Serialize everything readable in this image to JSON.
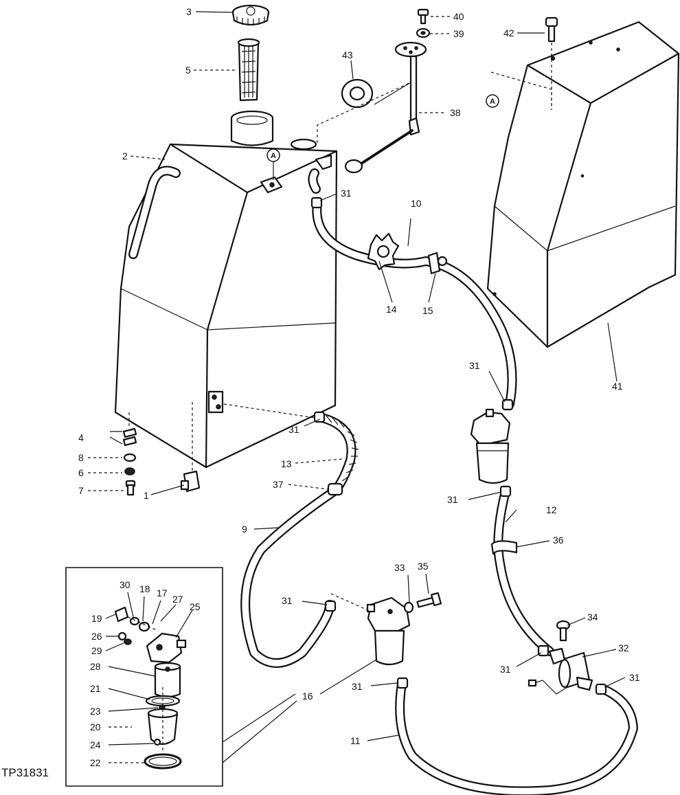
{
  "figure_id": "TP31831",
  "callouts": {
    "c1": "1",
    "c2": "2",
    "c3": "3",
    "c4": "4",
    "c5": "5",
    "c6": "6",
    "c7": "7",
    "c8": "8",
    "c9": "9",
    "c10": "10",
    "c11": "11",
    "c12": "12",
    "c13": "13",
    "c14": "14",
    "c15": "15",
    "c16": "16",
    "c17": "17",
    "c18": "18",
    "c19": "19",
    "c20": "20",
    "c21": "21",
    "c22": "22",
    "c23": "23",
    "c24": "24",
    "c25": "25",
    "c26": "26",
    "c27": "27",
    "c28": "28",
    "c29": "29",
    "c30": "30",
    "c31": "31",
    "c32": "32",
    "c33": "33",
    "c34": "34",
    "c35": "35",
    "c36": "36",
    "c37": "37",
    "c38": "38",
    "c39": "39",
    "c40": "40",
    "c41": "41",
    "c42": "42",
    "c43": "43"
  },
  "reference_marker": "A"
}
